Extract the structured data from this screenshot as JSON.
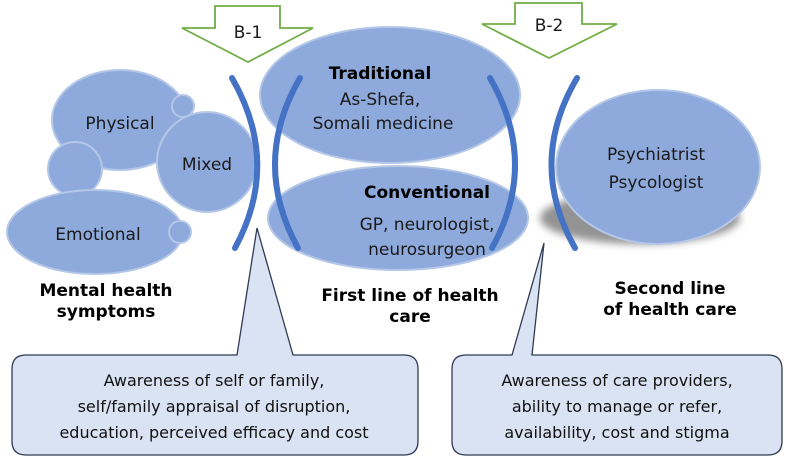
{
  "arrows": {
    "b1": "B-1",
    "b2": "B-2"
  },
  "symptoms": {
    "physical": "Physical",
    "mixed": "Mixed",
    "emotional": "Emotional",
    "caption_line1": "Mental health",
    "caption_line2": "symptoms"
  },
  "first_line": {
    "traditional_title": "Traditional",
    "traditional_line1": "As-Shefa,",
    "traditional_line2": "Somali medicine",
    "conventional_title": "Conventional",
    "conventional_line1": "GP, neurologist,",
    "conventional_line2": "neurosurgeon",
    "caption_line1": "First line of health",
    "caption_line2": "care"
  },
  "second_line": {
    "line1": "Psychiatrist",
    "line2": "Psycologist",
    "caption_line1": "Second line",
    "caption_line2": "of health care"
  },
  "callouts": {
    "left": [
      "Awareness of self or family,",
      "self/family appraisal of disruption,",
      "education, perceived efficacy and cost"
    ],
    "right": [
      "Awareness of care providers,",
      "ability to manage or refer,",
      "availability, cost and stigma"
    ]
  },
  "colors": {
    "bubble_fill": "#8EA9DB",
    "bubble_stroke": "#B4C7E7",
    "bracket": "#4472C4",
    "arrow_stroke": "#70AD47",
    "callout_fill": "#DAE3F3",
    "callout_stroke": "#2F3B52"
  }
}
